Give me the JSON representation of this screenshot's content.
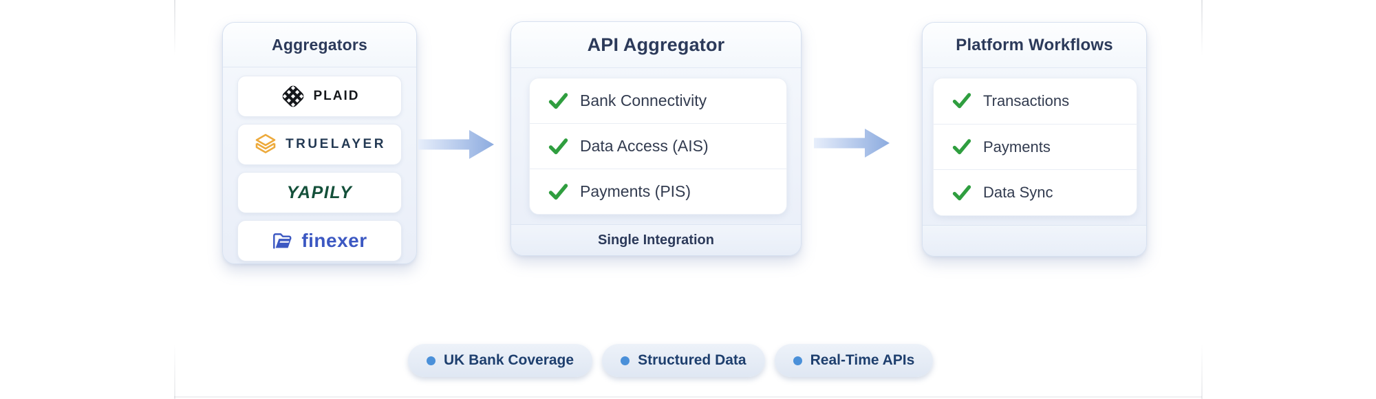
{
  "panels": [
    {
      "title": "Aggregators",
      "logos": [
        {
          "name": "Plaid",
          "label": "PLAID"
        },
        {
          "name": "TrueLayer",
          "label": "TRUELAYER"
        },
        {
          "name": "Yapily",
          "label": "YAPILY"
        },
        {
          "name": "Finexer",
          "label": "finexer"
        }
      ]
    },
    {
      "title": "API Aggregator",
      "items": [
        "Bank Connectivity",
        "Data Access (AIS)",
        "Payments (PIS)"
      ],
      "footer": "Single Integration"
    },
    {
      "title": "Platform Workflows",
      "items": [
        "Transactions",
        "Payments",
        "Data Sync"
      ]
    }
  ],
  "badges": [
    {
      "label": "UK Bank Coverage"
    },
    {
      "label": "Structured Data"
    },
    {
      "label": "Real-Time APIs"
    }
  ],
  "colors": {
    "check_green": "#2f9e3f",
    "badge_dot_blue": "#4a90d9",
    "arrow_gradient_start": "#e7eefb",
    "arrow_gradient_end": "#8cabdf",
    "title_navy": "#2c3a5a",
    "item_text": "#323b4f",
    "plaid_black": "#15171b",
    "truelayer_amber": "#edaa3c",
    "truelayer_navy": "#233953",
    "yapily_green": "#14503a",
    "finexer_blue": "#3c58c2",
    "panel_body": "#e9eef8",
    "badge_bg": "#e5ecf6"
  }
}
